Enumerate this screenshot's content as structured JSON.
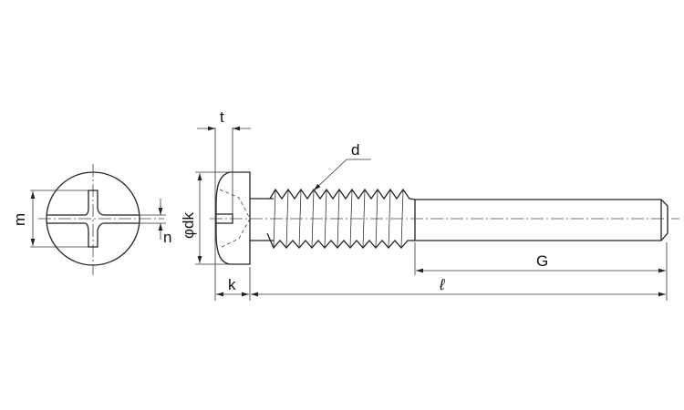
{
  "labels": {
    "t": "t",
    "d": "d",
    "m": "m",
    "n": "n",
    "dk": "φdk",
    "k": "k",
    "G": "G",
    "l": "ℓ"
  }
}
